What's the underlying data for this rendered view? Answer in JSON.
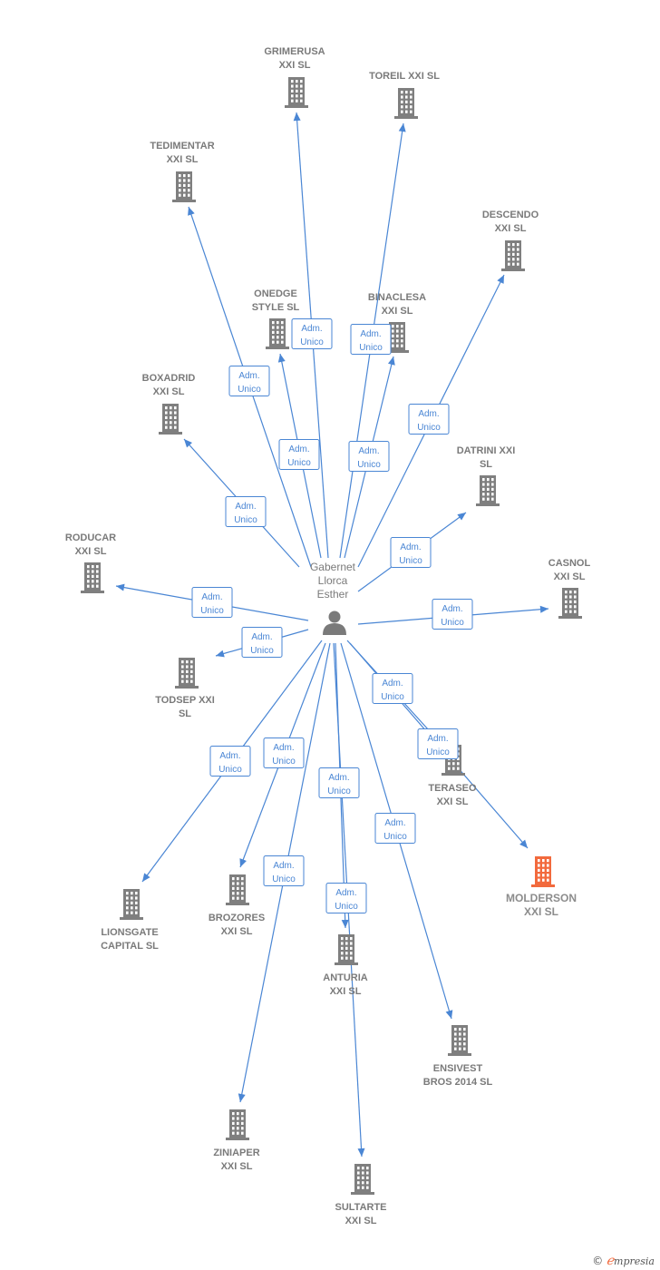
{
  "center": {
    "label_lines": [
      "Gabernet",
      "Llorca",
      "Esther"
    ],
    "icon": "person-icon"
  },
  "colors": {
    "edge": "#4a86d4",
    "building": "#7f7f7f",
    "highlight": "#f26a3d",
    "label": "#7a7a7a"
  },
  "relations": [
    {
      "label_lines": [
        "Adm.",
        "Unico"
      ]
    },
    {
      "label_lines": [
        "Adm.",
        "Unico"
      ]
    },
    {
      "label_lines": [
        "Adm.",
        "Unico"
      ]
    },
    {
      "label_lines": [
        "Adm.",
        "Unico"
      ]
    },
    {
      "label_lines": [
        "Adm.",
        "Unico"
      ]
    },
    {
      "label_lines": [
        "Adm.",
        "Unico"
      ]
    },
    {
      "label_lines": [
        "Adm.",
        "Unico"
      ]
    },
    {
      "label_lines": [
        "Adm.",
        "Unico"
      ]
    },
    {
      "label_lines": [
        "Adm.",
        "Unico"
      ]
    },
    {
      "label_lines": [
        "Adm.",
        "Unico"
      ]
    },
    {
      "label_lines": [
        "Adm.",
        "Unico"
      ]
    },
    {
      "label_lines": [
        "Adm.",
        "Unico"
      ]
    },
    {
      "label_lines": [
        "Adm.",
        "Unico"
      ]
    },
    {
      "label_lines": [
        "Adm.",
        "Unico"
      ]
    },
    {
      "label_lines": [
        "Adm.",
        "Unico"
      ]
    },
    {
      "label_lines": [
        "Adm.",
        "Unico"
      ]
    },
    {
      "label_lines": [
        "Adm.",
        "Unico"
      ]
    },
    {
      "label_lines": [
        "Adm.",
        "Unico"
      ]
    },
    {
      "label_lines": [
        "Adm.",
        "Unico"
      ]
    },
    {
      "label_lines": [
        "Adm.",
        "Unico"
      ]
    }
  ],
  "companies": [
    {
      "id": "grimerusa",
      "label_lines": [
        "GRIMERUSA",
        "XXI  SL"
      ]
    },
    {
      "id": "toreil",
      "label_lines": [
        "TOREIL XXI  SL"
      ]
    },
    {
      "id": "tedimentar",
      "label_lines": [
        "TEDIMENTAR",
        "XXI  SL"
      ]
    },
    {
      "id": "descendo",
      "label_lines": [
        "DESCENDO",
        "XXI  SL"
      ]
    },
    {
      "id": "onedge",
      "label_lines": [
        "ONEDGE",
        "STYLE  SL"
      ]
    },
    {
      "id": "binaclesa",
      "label_lines": [
        "BINACLESA",
        "XXI  SL"
      ]
    },
    {
      "id": "boxadrid",
      "label_lines": [
        "BOXADRID",
        "XXI  SL"
      ]
    },
    {
      "id": "datrini",
      "label_lines": [
        "DATRINI XXI",
        "SL"
      ]
    },
    {
      "id": "rodacar",
      "label_lines": [
        "RODUCAR",
        "XXI  SL"
      ]
    },
    {
      "id": "casnol",
      "label_lines": [
        "CASNOL",
        "XXI  SL"
      ]
    },
    {
      "id": "todsep",
      "label_lines": [
        "TODSEP XXI",
        "SL"
      ]
    },
    {
      "id": "teraseo",
      "label_lines": [
        "TERASEO",
        "XXI  SL"
      ]
    },
    {
      "id": "molderson",
      "label_lines": [
        "MOLDERSON",
        "XXI  SL"
      ],
      "highlight": true
    },
    {
      "id": "lionsgate",
      "label_lines": [
        "LIONSGATE",
        "CAPITAL  SL"
      ]
    },
    {
      "id": "brozores",
      "label_lines": [
        "BROZORES",
        "XXI  SL"
      ]
    },
    {
      "id": "anturia",
      "label_lines": [
        "ANTURIA",
        "XXI  SL"
      ]
    },
    {
      "id": "ensivest",
      "label_lines": [
        "ENSIVEST",
        "BROS 2014  SL"
      ]
    },
    {
      "id": "ziniaper",
      "label_lines": [
        "ZINIAPER",
        "XXI  SL"
      ]
    },
    {
      "id": "sultarte",
      "label_lines": [
        "SULTARTE",
        "XXI  SL"
      ]
    }
  ],
  "brand": {
    "copyright": "©",
    "initial": "ℯ",
    "name": "mpresia"
  }
}
